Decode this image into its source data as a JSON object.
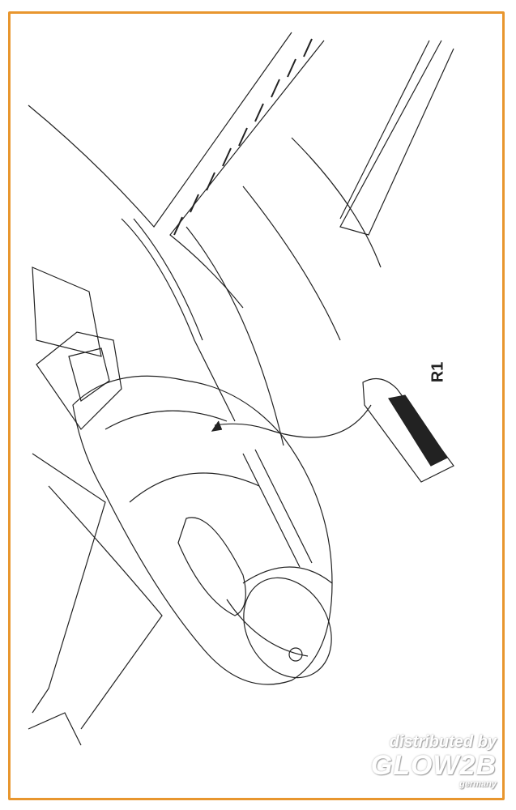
{
  "part_label": "R1",
  "watermark": {
    "line1": "distributed by",
    "brand": "GLOW2B",
    "line3": "germany"
  },
  "colors": {
    "frame": "#e8962e",
    "line": "#222222"
  }
}
